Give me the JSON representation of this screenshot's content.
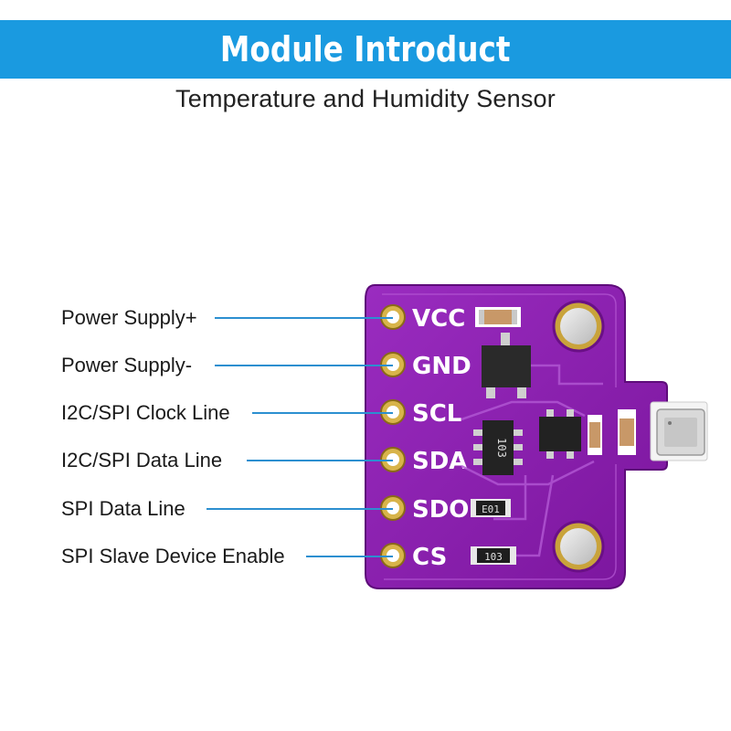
{
  "header": {
    "title": "Module Introduct",
    "subtitle": "Temperature and Humidity Sensor"
  },
  "pins": [
    {
      "silk": "VCC",
      "description": "Power Supply+"
    },
    {
      "silk": "GND",
      "description": "Power Supply-"
    },
    {
      "silk": "SCL",
      "description": "I2C/SPI Clock Line"
    },
    {
      "silk": "SDA",
      "description": "I2C/SPI Data Line"
    },
    {
      "silk": "SDO",
      "description": "SPI Data Line"
    },
    {
      "silk": "CS",
      "description": "SPI Slave Device Enable"
    }
  ],
  "board_markings": {
    "ic_code": "103",
    "resistor_1": "E01",
    "resistor_2": "103"
  },
  "colors": {
    "banner": "#1a9ae0",
    "pcb": "#8a1fae",
    "leader_line": "#2c8fd0"
  }
}
